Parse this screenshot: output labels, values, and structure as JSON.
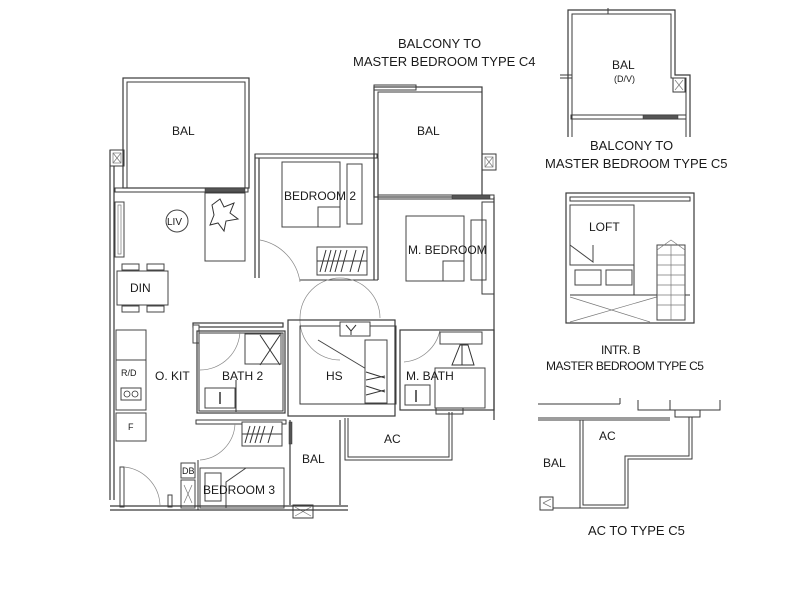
{
  "main_plan": {
    "rooms": {
      "bal_left": "BAL",
      "liv": "LIV",
      "din": "DIN",
      "o_kit": "O. KIT",
      "rd": "R/D",
      "f": "F",
      "bedroom_2": "BEDROOM 2",
      "bal_mid": "BAL",
      "m_bedroom": "M. BEDROOM",
      "bath_2": "BATH 2",
      "hs": "HS",
      "m_bath": "M. BATH",
      "ac": "AC",
      "bal_bottom": "BAL",
      "db": "DB",
      "bedroom_3": "BEDROOM 3"
    }
  },
  "captions": {
    "balcony_c4_line1": "BALCONY TO",
    "balcony_c4_line2": "MASTER BEDROOM TYPE C4",
    "balcony_c5_line1": "BALCONY TO",
    "balcony_c5_line2": "MASTER BEDROOM TYPE C5",
    "loft_line1": "INTR. B",
    "loft_line2": "MASTER BEDROOM TYPE C5",
    "ac_c5": "AC TO TYPE C5"
  },
  "inset_c5_balcony": {
    "bal": "BAL",
    "sub": "(D/V)"
  },
  "inset_loft": {
    "loft": "LOFT"
  },
  "inset_ac": {
    "ac": "AC",
    "bal": "BAL"
  }
}
